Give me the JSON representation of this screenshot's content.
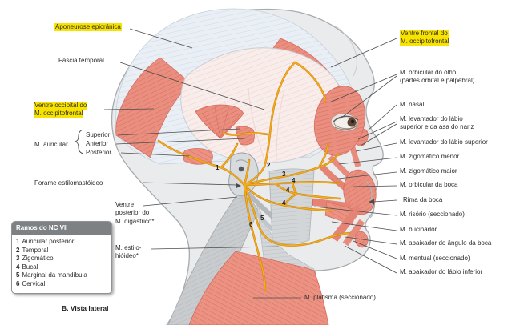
{
  "figure": {
    "caption": "B. Vista lateral",
    "highlight_color": "#f8e300",
    "muscle_color": "#ea8f80",
    "nerve_color": "#f2a81d",
    "fascia_color": "#e9eff5"
  },
  "legend": {
    "title": "Ramos do NC VII",
    "items": [
      {
        "num": "1",
        "label": "Auricular posterior"
      },
      {
        "num": "2",
        "label": "Temporal"
      },
      {
        "num": "3",
        "label": "Zigomático"
      },
      {
        "num": "4",
        "label": "Bucal"
      },
      {
        "num": "5",
        "label": "Marginal da mandíbula"
      },
      {
        "num": "6",
        "label": "Cervical"
      }
    ]
  },
  "nerve_markers": [
    "1",
    "2",
    "3",
    "4",
    "4",
    "4",
    "5",
    "6"
  ],
  "labels": {
    "aponeurose": "Aponeurose epicrânica",
    "fascia_temporal": "Fáscia temporal",
    "ventre_occipital_l1": "Ventre occipital do",
    "ventre_occipital_l2": "M. occipitofrontal",
    "auricular_group": "M. auricular",
    "auricular_superior": "Superior",
    "auricular_anterior": "Anterior",
    "auricular_posterior": "Posterior",
    "forame": "Forame estilomastóideo",
    "digastrico_l1": "Ventre",
    "digastrico_l2": "posterior do",
    "digastrico_l3": "M. digástrico*",
    "estilohioideo_l1": "M. estilo-",
    "estilohioideo_l2": "hióideo*",
    "platisma": "M. platisma (seccionado)",
    "ventre_frontal_l1": "Ventre frontal do",
    "ventre_frontal_l2": "M. occipitofrontal",
    "orbicular_olho_l1": "M. orbicular do olho",
    "orbicular_olho_l2": "(partes orbital e palpebral)",
    "nasal": "M. nasal",
    "levantador_asa_l1": "M. levantador do lábio",
    "levantador_asa_l2": "superior e da asa do nariz",
    "levantador_superior": "M. levantador do lábio superior",
    "zigomatico_menor": "M. zigomático menor",
    "zigomatico_maior": "M. zigomático maior",
    "orbicular_boca": "M. orbicular da boca",
    "rima_boca": "Rima da boca",
    "risorio": "M. risório (seccionado)",
    "bucinador": "M. bucinador",
    "abaixador_angulo": "M. abaixador do ângulo da boca",
    "mentual": "M. mentual (seccionado)",
    "abaixador_labio": "M. abaixador do lábio inferior"
  }
}
